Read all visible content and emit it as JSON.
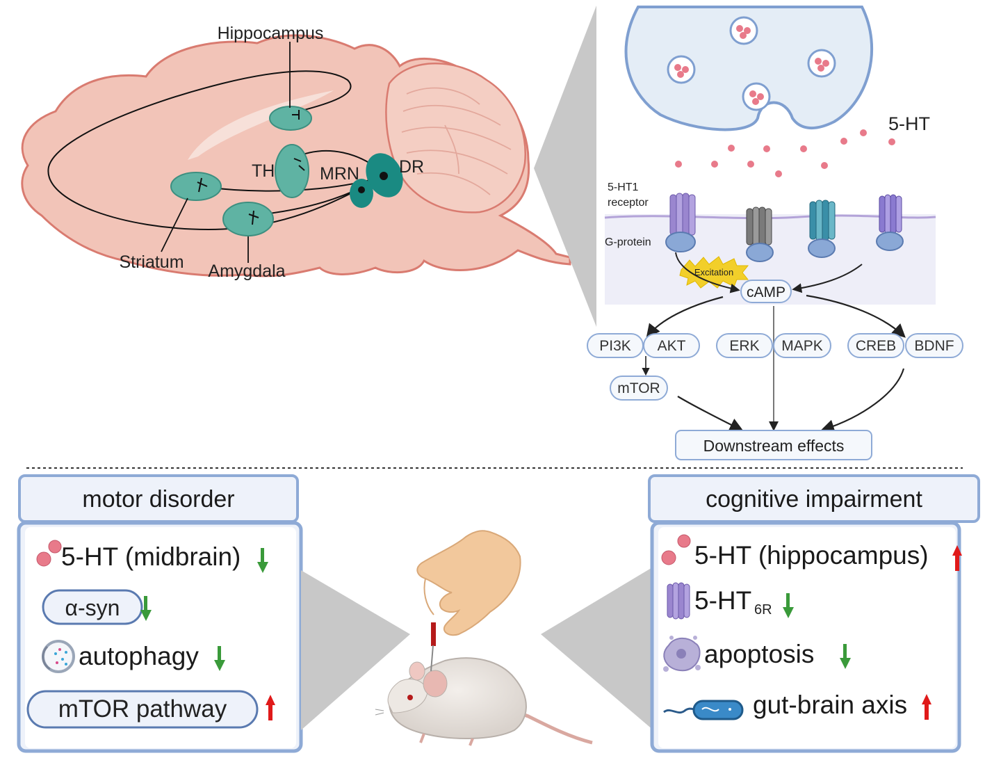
{
  "brain": {
    "labels": {
      "hippocampus": "Hippocampus",
      "th": "TH",
      "mrn": "MRN",
      "dr": "DR",
      "striatum": "Striatum",
      "amygdala": "Amygdala"
    }
  },
  "synapse": {
    "neurotransmitter": "5-HT",
    "receptor_label_line1": "5-HT1",
    "receptor_label_line2": "receptor",
    "gprotein_label": "G-protein",
    "excitation": "Excitation",
    "camp": "cAMP"
  },
  "pathway": {
    "nodes": [
      "PI3K",
      "AKT",
      "ERK",
      "MAPK",
      "CREB",
      "BDNF"
    ],
    "mtor": "mTOR",
    "downstream": "Downstream effects"
  },
  "motor": {
    "title": "motor disorder",
    "items": [
      {
        "label": "5-HT (midbrain)",
        "direction": "down"
      },
      {
        "label": "α-syn",
        "direction": "down"
      },
      {
        "label": "autophagy",
        "direction": "down"
      },
      {
        "label": "mTOR pathway",
        "direction": "up"
      }
    ]
  },
  "cognitive": {
    "title": "cognitive impairment",
    "items": [
      {
        "label": "5-HT (hippocampus)",
        "direction": "up"
      },
      {
        "label": "5-HT",
        "subscript": "6R",
        "direction": "down"
      },
      {
        "label": "apoptosis",
        "direction": "down"
      },
      {
        "label": "gut-brain axis",
        "direction": "up"
      }
    ]
  },
  "colors": {
    "brain_fill": "#f2c4b8",
    "brain_stroke": "#d97b70",
    "nucleus": "#5fb3a3",
    "nucleus_dark": "#1a8a82",
    "vesicle_bg": "#e4edf6",
    "vesicle_stroke": "#7f9fd0",
    "serotonin": "#e87a8a",
    "panel_border": "#8eaad6",
    "panel_bg": "#eef2fa",
    "down_arrow": "#3a9a3a",
    "up_arrow": "#e01a1a"
  }
}
